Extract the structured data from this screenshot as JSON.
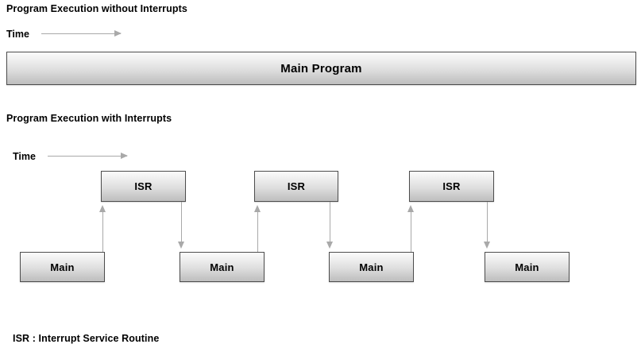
{
  "diagram": {
    "sections": [
      {
        "id": "without-interrupts",
        "title": "Program Execution without Interrupts",
        "time_label": "Time"
      },
      {
        "id": "with-interrupts",
        "title": "Program Execution with Interrupts",
        "time_label": "Time"
      }
    ],
    "main_program_bar": {
      "label": "Main Program"
    },
    "isr_boxes": [
      {
        "label": "ISR"
      },
      {
        "label": "ISR"
      },
      {
        "label": "ISR"
      }
    ],
    "main_boxes": [
      {
        "label": "Main"
      },
      {
        "label": "Main"
      },
      {
        "label": "Main"
      },
      {
        "label": "Main"
      }
    ],
    "legend": "ISR : Interrupt Service Routine",
    "colors": {
      "background": "#ffffff",
      "box_border": "#4d4d4d",
      "box_gradient_top": "#fbfbfb",
      "box_gradient_bottom": "#bfbfbf",
      "arrow": "#a9a9a9",
      "text": "#000000"
    }
  }
}
